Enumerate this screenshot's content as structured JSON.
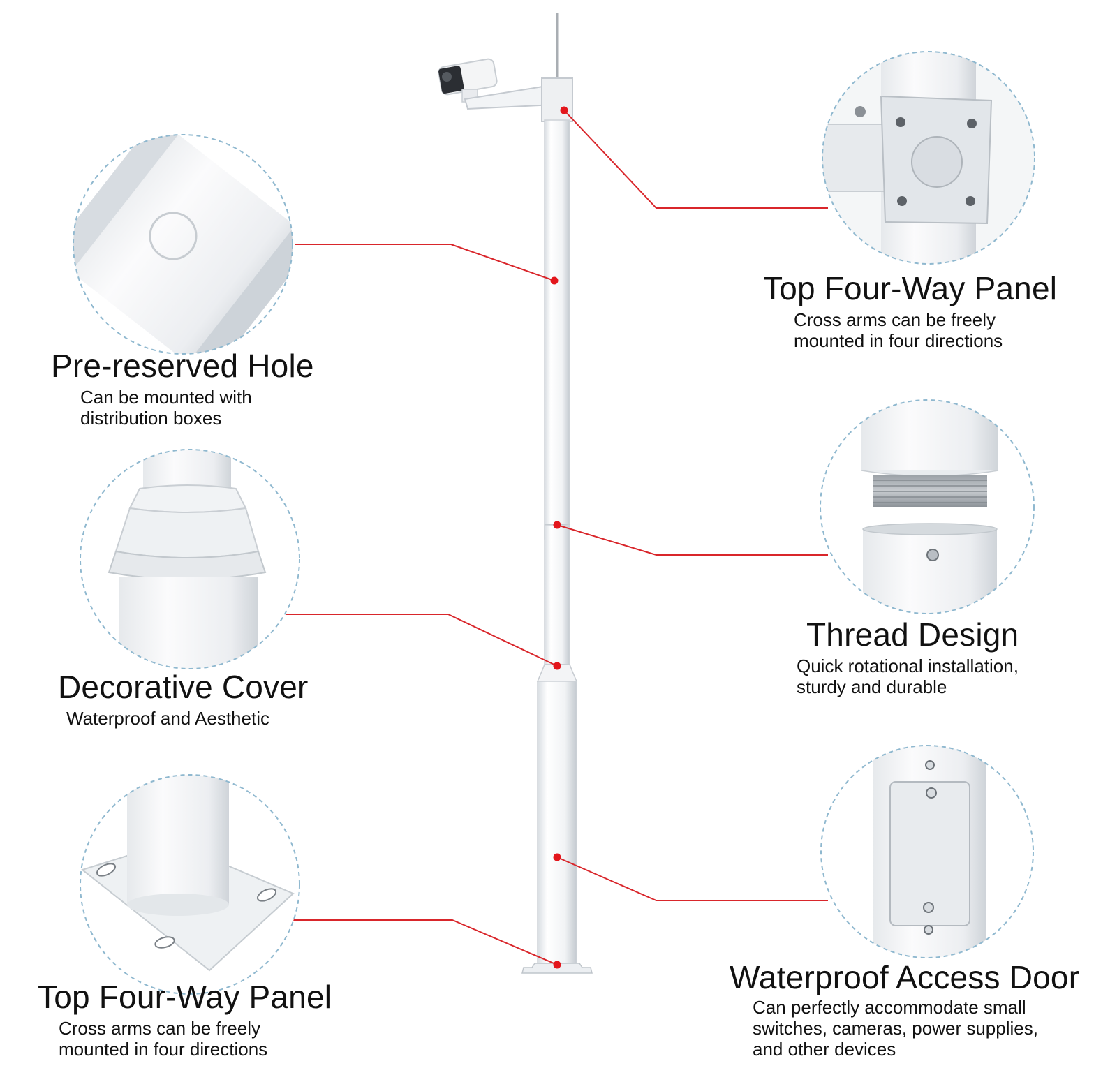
{
  "colors": {
    "leader": "#d9262b",
    "dot": "#e3161c",
    "circle_border": "#8fb8cf",
    "pole": "#f6f7f8",
    "pole_edge": "#c9ced3",
    "shade": "#dfe3e7"
  },
  "features": [
    {
      "id": "top-four-way-panel-right",
      "title": "Top Four-Way Panel",
      "desc": [
        "Cross arms can be freely",
        "mounted in four directions"
      ]
    },
    {
      "id": "pre-reserved-hole",
      "title": "Pre-reserved Hole",
      "desc": [
        "Can be mounted with",
        " distribution boxes"
      ]
    },
    {
      "id": "thread-design",
      "title": "Thread Design",
      "desc": [
        "Quick rotational installation,",
        "sturdy and durable"
      ]
    },
    {
      "id": "decorative-cover",
      "title": "Decorative Cover",
      "desc": [
        "Waterproof and Aesthetic"
      ]
    },
    {
      "id": "waterproof-access-door",
      "title": "Waterproof Access Door",
      "desc": [
        "Can perfectly accommodate small",
        "switches, cameras, power supplies,",
        "and other devices"
      ]
    },
    {
      "id": "top-four-way-panel-left",
      "title": "Top Four-Way Panel",
      "desc": [
        "Cross arms can be freely",
        "mounted in four directions"
      ]
    }
  ]
}
